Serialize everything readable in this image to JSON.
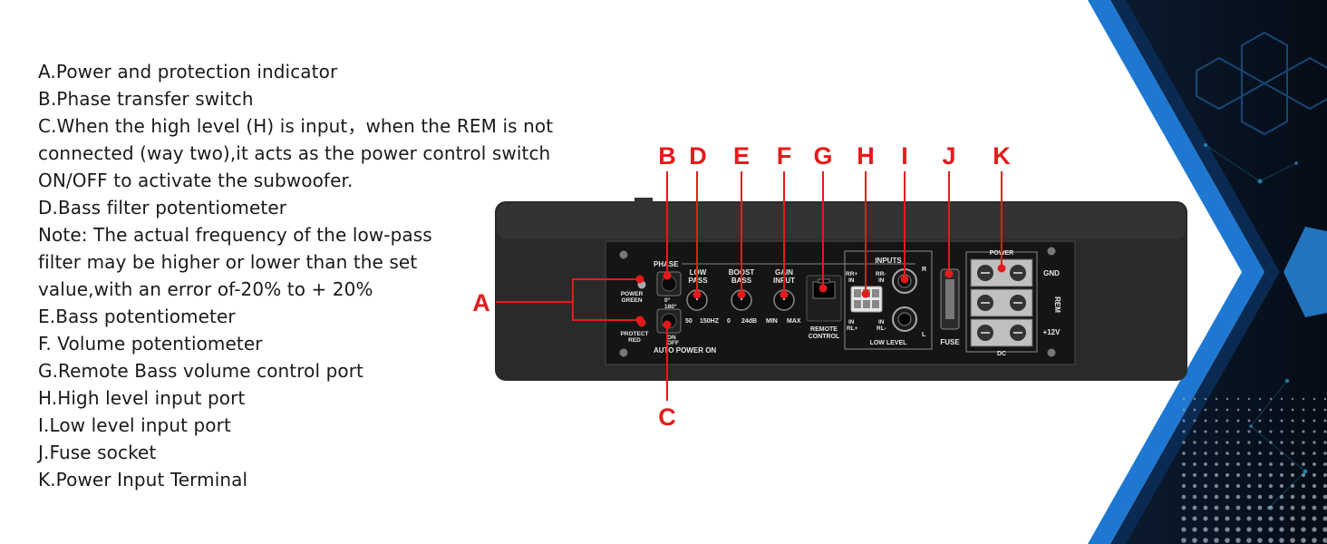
{
  "descriptions": [
    "A.Power and protection indicator",
    "B.Phase transfer switch",
    "C.When the high level (H) is input，when the REM is not",
    "connected (way two),it acts as the power control switch",
    "ON/OFF to activate the subwoofer.",
    "D.Bass filter potentiometer",
    "Note: The actual frequency of the low-pass",
    "filter may be higher or lower than the set",
    "value,with an error of-20% to + 20%",
    "E.Bass potentiometer",
    "F. Volume potentiometer",
    "G.Remote Bass volume control port",
    "H.High level input port",
    "I.Low level input port",
    "J.Fuse socket",
    "K.Power Input Terminal"
  ],
  "callouts": [
    "A",
    "B",
    "C",
    "D",
    "E",
    "F",
    "G",
    "H",
    "I",
    "J",
    "K"
  ],
  "panel": {
    "phase": "PHASE",
    "phase_0": "0°",
    "phase_180": "180°",
    "power_green": [
      "POWER",
      "GREEN"
    ],
    "protect_red": [
      "PROTECT",
      "RED"
    ],
    "on": "ON",
    "off": "OFF",
    "auto_power_on": "AUTO POWER ON",
    "low_pass": [
      "LOW",
      "PASS"
    ],
    "low_pass_min": "50",
    "low_pass_max": "150HZ",
    "boost_bass": [
      "BOOST",
      "BASS"
    ],
    "boost_min": "0",
    "boost_max": "24dB",
    "gain_input": [
      "GAIN",
      "INPUT"
    ],
    "gain_min": "MIN",
    "gain_max": "MAX",
    "remote_control": [
      "REMOTE",
      "CONTROL"
    ],
    "inputs": "INPUTS",
    "rr_plus_in": [
      "RR+",
      "IN"
    ],
    "rr_minus_in": [
      "RR-",
      "IN"
    ],
    "rl_plus_in": [
      "IN",
      "RL+"
    ],
    "rl_minus_in": [
      "IN",
      "RL-"
    ],
    "r": "R",
    "l": "L",
    "low_level": "LOW LEVEL",
    "fuse": "FUSE",
    "power": "POWER",
    "dc": "DC",
    "gnd": "GND",
    "rem": "REM",
    "plus12v": "+12V"
  },
  "colors": {
    "callout": "#e41b1b",
    "amp_body": "#2a2a2a",
    "panel": "#151515",
    "deco_blue": "#1e78d2"
  }
}
